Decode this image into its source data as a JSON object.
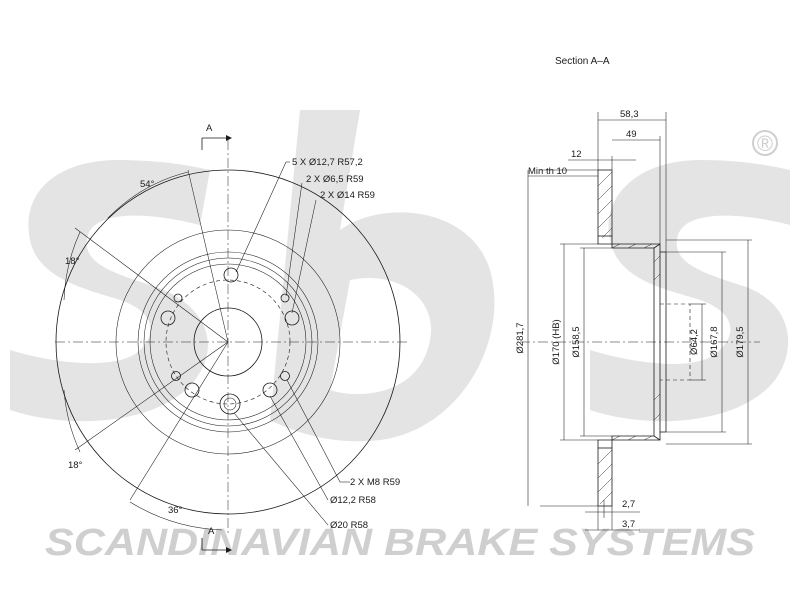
{
  "watermark": {
    "brand_text": "SCANDINAVIAN BRAKE SYSTEMS",
    "registered_mark": "®"
  },
  "section": {
    "title": "Section A–A"
  },
  "front_view": {
    "section_marker_top": "A",
    "section_marker_bottom": "A",
    "angle_top": "54°",
    "angle_left_upper": "18°",
    "angle_left_lower": "18°",
    "angle_bottom": "36°",
    "callout_bolt_holes": "5 X Ø12,7 R57,2",
    "callout_small_holes": "2 X Ø6,5 R59",
    "callout_large_holes": "2 X Ø14 R59",
    "callout_threads": "2 X M8 R59",
    "callout_hole_r58": "Ø12,2 R58",
    "callout_hole_20": "Ø20 R58"
  },
  "section_view": {
    "dim_overall_height": "58,3",
    "dim_hat_height": "49",
    "dim_thickness": "12",
    "dim_min_thickness": "Min th 10",
    "dim_outer_dia": "Ø281,7",
    "dim_170": "Ø170 (HB)",
    "dim_158": "Ø158,5",
    "dim_64": "Ø64,2",
    "dim_167": "Ø167,8",
    "dim_179": "Ø179,5",
    "dim_2_7": "2,7",
    "dim_3_7": "3,7"
  }
}
